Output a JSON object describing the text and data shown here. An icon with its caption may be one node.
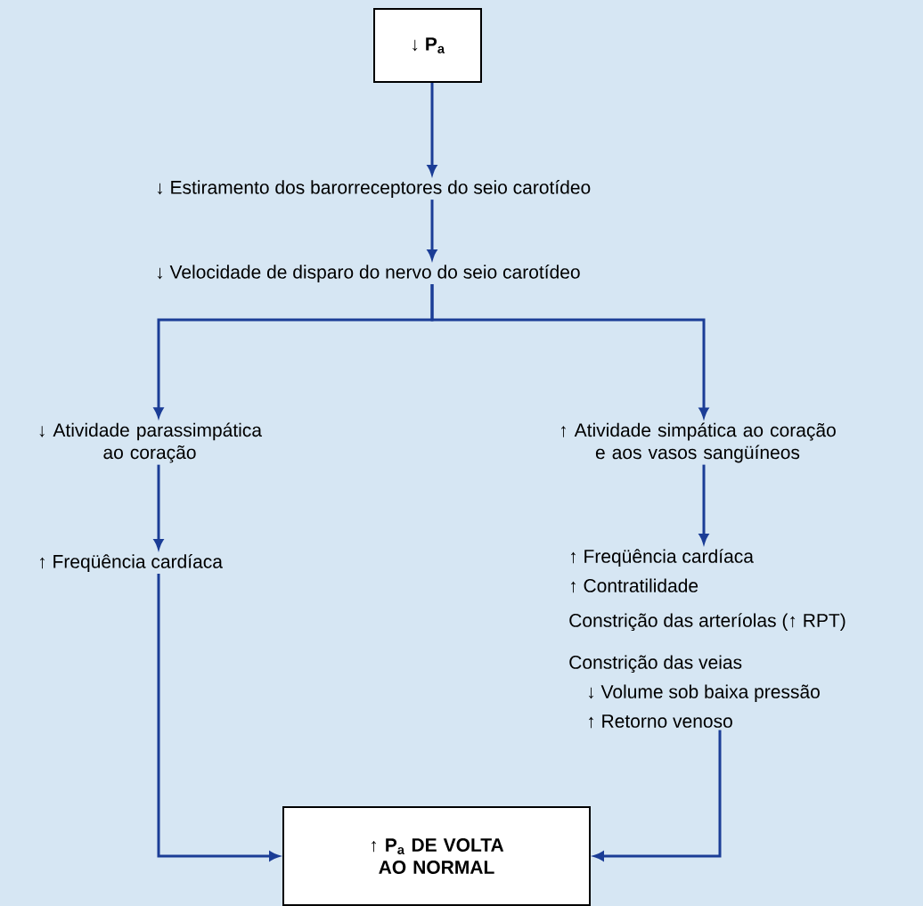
{
  "diagram": {
    "nodes": [
      {
        "text": [
          "↓ P$_{a}$"
        ]
      },
      {
        "text": [
          "↓ Estiramento dos barorreceptores do seio carotídeo"
        ]
      },
      {
        "text": [
          "↓ Velocidade de disparo do nervo do seio carotídeo"
        ]
      },
      {
        "text": [
          "↓ Atividade parassimpática ao coração"
        ]
      },
      {
        "text": [
          "↑ Atividade simpática ao coração e aos vasos sangüíneos"
        ]
      },
      {
        "text": [
          "↑ Freqüência cardíaca"
        ]
      },
      {
        "text": [
          "↑ Freqüência cardíaca",
          "↑ Contratilidade",
          "Constrição das arteríolas (↑ RPT)",
          "Constrição das veias",
          "↓ Volume sob baixa pressão",
          "↑ Retorno venoso"
        ]
      },
      {
        "text": [
          "↑ P$_{a}$ DE VOLTA AO NORMAL"
        ]
      }
    ],
    "edges": [
      {
        "from": 0,
        "to": 1,
        "arrow": "to"
      },
      {
        "from": 1,
        "to": 2,
        "arrow": "to"
      },
      {
        "from": 2,
        "to": 3,
        "arrow": "to"
      },
      {
        "from": 2,
        "to": 4,
        "arrow": "to"
      },
      {
        "from": 3,
        "to": 5,
        "arrow": "to"
      },
      {
        "from": 4,
        "to": 6,
        "arrow": "to"
      },
      {
        "from": 5,
        "to": 7,
        "arrow": "to"
      },
      {
        "from": 6,
        "to": 7,
        "arrow": "to"
      }
    ]
  }
}
